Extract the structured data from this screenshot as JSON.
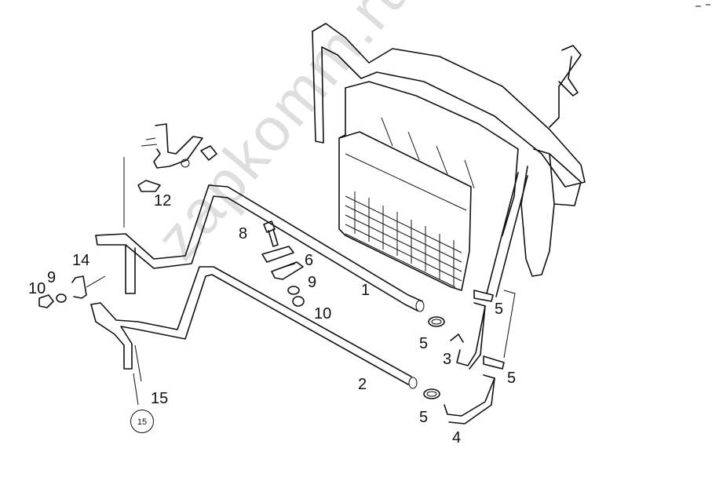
{
  "watermark": "zapkomm.ru",
  "corner_mark": "⌐ ‾",
  "callouts": {
    "c1": "1",
    "c2": "2",
    "c3": "3",
    "c4": "4",
    "c5a": "5",
    "c5b": "5",
    "c5c": "5",
    "c5d": "5",
    "c6": "6",
    "c8": "8",
    "c9a": "9",
    "c9b": "9",
    "c10a": "10",
    "c10b": "10",
    "c12": "12",
    "c14": "14",
    "c15": "15",
    "c15circle": "15"
  },
  "colors": {
    "line": "#111111",
    "watermark": "#000000",
    "mark": "#1a3fd6"
  }
}
